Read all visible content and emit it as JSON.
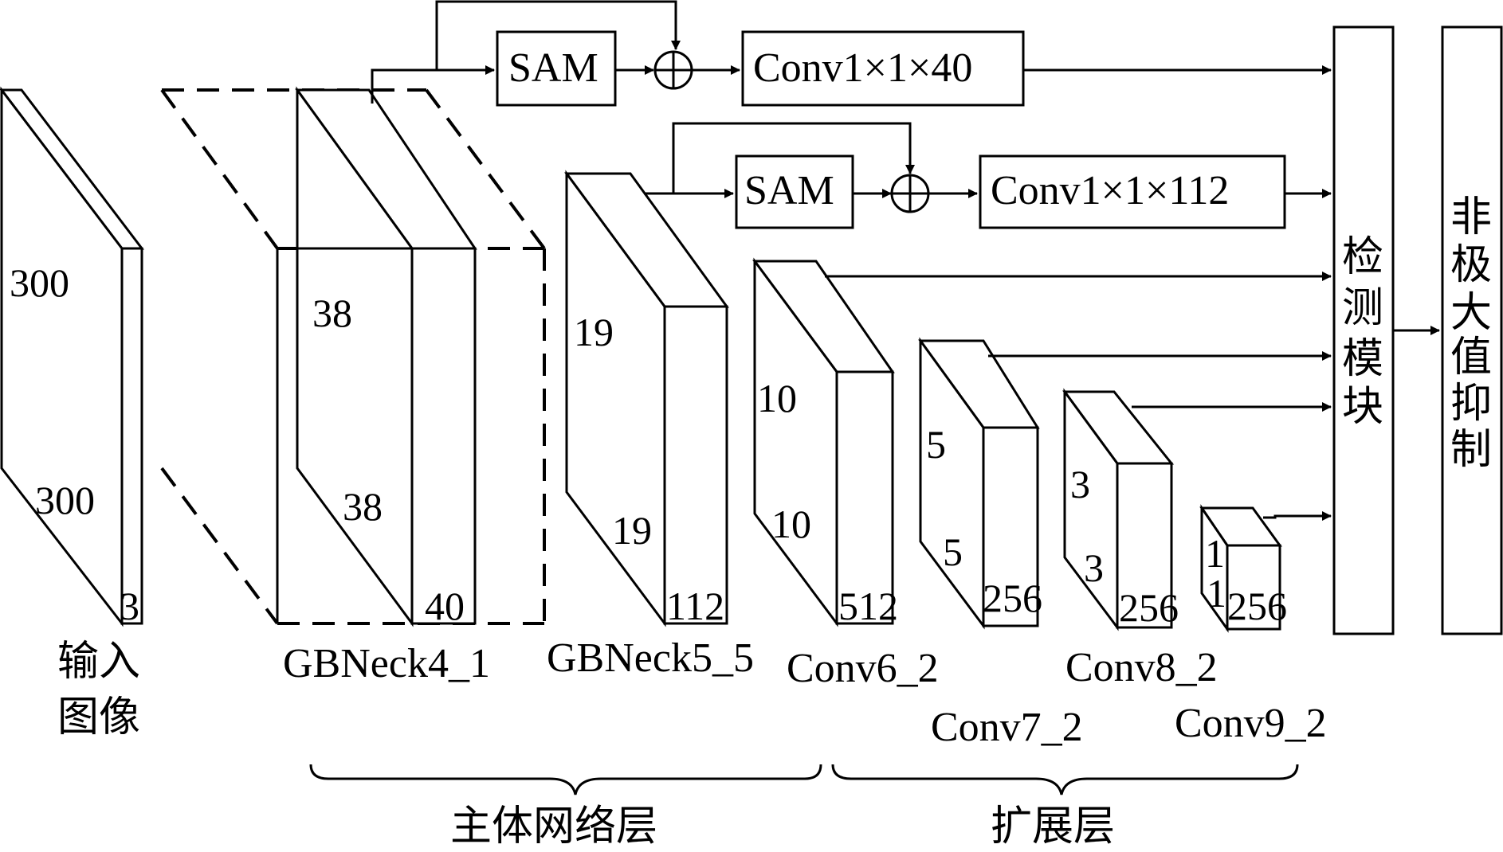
{
  "input": {
    "label_line1": "输入",
    "label_line2": "图像",
    "height": "300",
    "width": "300",
    "channels": "3"
  },
  "gbneck4": {
    "label": "GBNeck4_1",
    "height": "38",
    "width": "38",
    "channels": "40"
  },
  "gbneck5": {
    "label": "GBNeck5_5",
    "height": "19",
    "width": "19",
    "channels": "112"
  },
  "conv6": {
    "label": "Conv6_2",
    "height": "10",
    "width": "10",
    "channels": "512"
  },
  "conv7": {
    "label": "Conv7_2",
    "height": "5",
    "width": "5",
    "channels": "256"
  },
  "conv8": {
    "label": "Conv8_2",
    "height": "3",
    "width": "3",
    "channels": "256"
  },
  "conv9": {
    "label": "Conv9_2",
    "height": "1",
    "width": "1",
    "channels": "256"
  },
  "branch1": {
    "sam": "SAM",
    "conv": "Conv1×1×40"
  },
  "branch2": {
    "sam": "SAM",
    "conv": "Conv1×1×112"
  },
  "detect": {
    "chars": [
      "检",
      "测",
      "模",
      "块"
    ]
  },
  "nms": {
    "chars": [
      "非",
      "极",
      "大",
      "值",
      "抑",
      "制"
    ]
  },
  "groups": {
    "backbone": "主体网络层",
    "extension": "扩展层"
  }
}
